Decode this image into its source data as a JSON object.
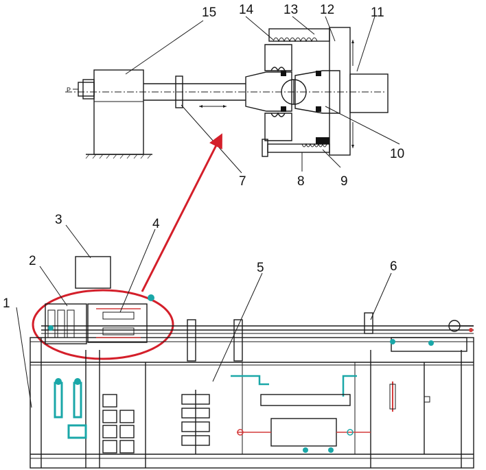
{
  "colors": {
    "line": "#1a1a1a",
    "highlight": "#d41f2a",
    "fitting": "#1aa7a8",
    "hydraulic_red": "#d43a3a"
  },
  "callouts": {
    "c1": "1",
    "c2": "2",
    "c3": "3",
    "c4": "4",
    "c5": "5",
    "c6": "6",
    "c7": "7",
    "c8": "8",
    "c9": "9",
    "c10": "10",
    "c11": "11",
    "c12": "12",
    "c13": "13",
    "c14": "14",
    "c15": "15"
  },
  "detail": {
    "marker_p": "P"
  }
}
